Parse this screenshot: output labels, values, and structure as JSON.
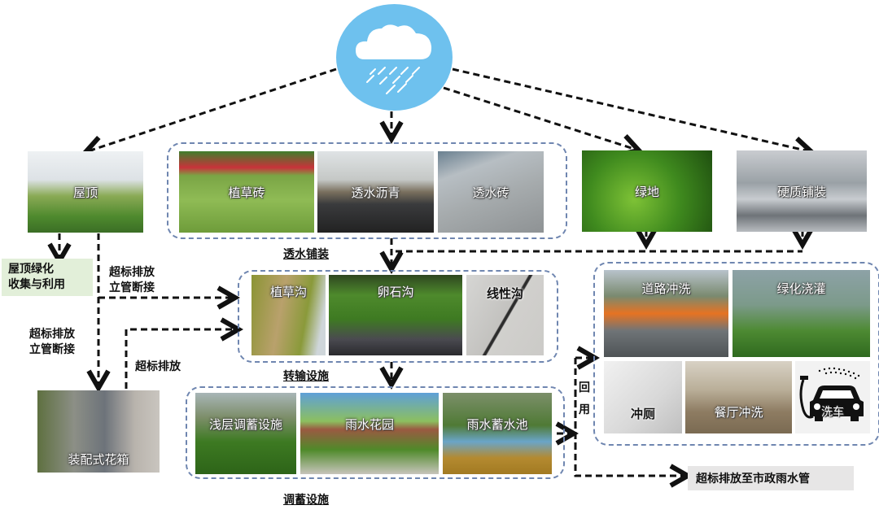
{
  "rain_icon": {
    "name": "rain-cloud-icon",
    "bg_color": "#6ec1ee"
  },
  "sources": {
    "roof": "屋顶",
    "green_space": "绿地",
    "hard_paving": "硬质铺装"
  },
  "permeable_paving": {
    "title": "透水铺装",
    "items": [
      "植草砖",
      "透水沥青",
      "透水砖"
    ]
  },
  "conveyance": {
    "title": "转输设施",
    "items": [
      "植草沟",
      "卵石沟",
      "线性沟"
    ]
  },
  "storage": {
    "title": "调蓄设施",
    "items": [
      "浅层调蓄设施",
      "雨水花园",
      "雨水蓄水池"
    ]
  },
  "reuse": {
    "label": "回用",
    "label_chars": [
      "回",
      "用"
    ],
    "items": [
      "道路冲洗",
      "绿化浇灌",
      "冲厕",
      "餐厅冲洗",
      "洗车"
    ]
  },
  "roof_greening": {
    "line1": "屋顶绿化",
    "line2": "收集与利用"
  },
  "overflow_disconnect_1": {
    "line1": "超标排放",
    "line2": "立管断接"
  },
  "overflow_disconnect_2": {
    "line1": "超标排放",
    "line2": "立管断接"
  },
  "overflow": "超标排放",
  "planter_box": "装配式花箱",
  "municipal": "超标排放至市政雨水管",
  "colors": {
    "group_border": "#6f86b0",
    "green_box": "#e2efd9",
    "grey_box": "#e7e6e6",
    "arrow": "#111111"
  }
}
